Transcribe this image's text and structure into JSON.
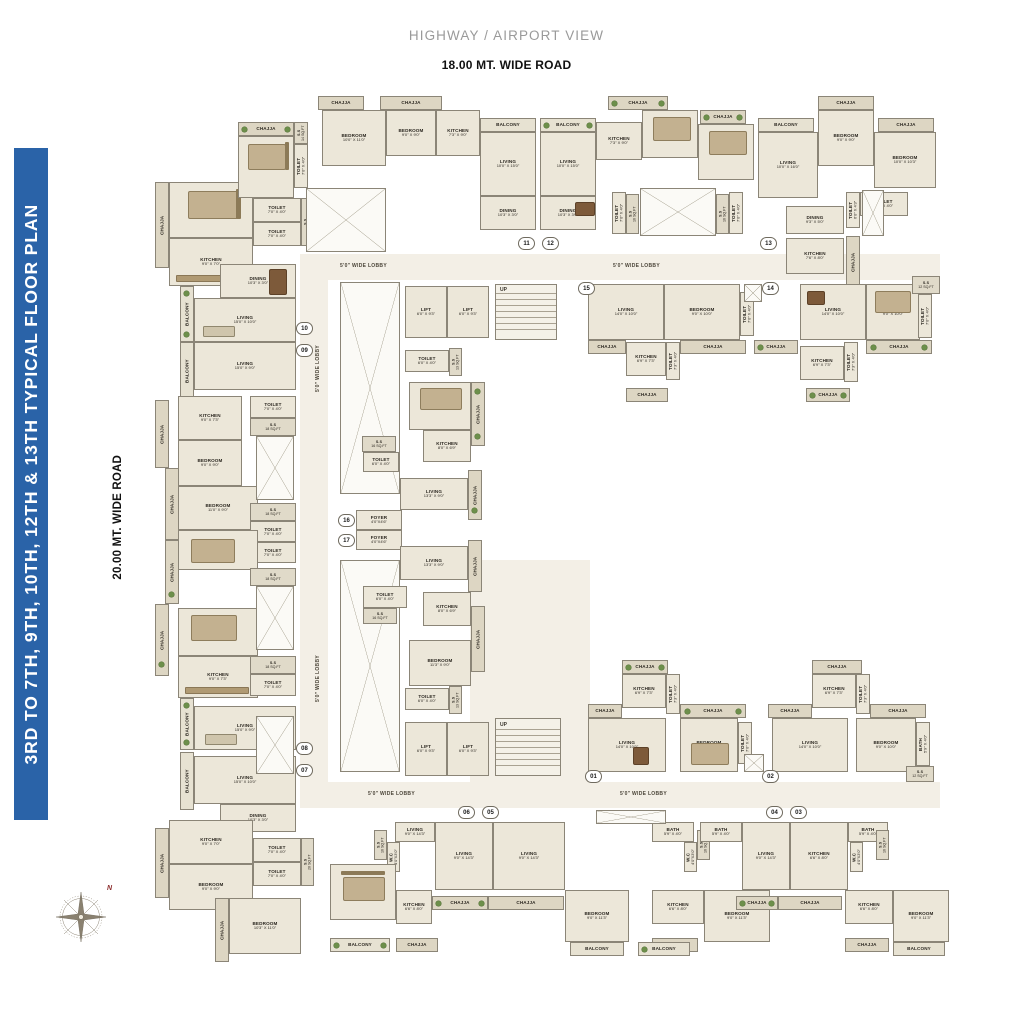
{
  "header": {
    "view_label": "HIGHWAY / AIRPORT VIEW",
    "top_road": "18.00 MT. WIDE ROAD",
    "left_road": "20.00 MT. WIDE ROAD"
  },
  "banner": {
    "title": "3RD TO 7TH, 9TH, 10TH, 12TH & 13TH TYPICAL FLOOR PLAN"
  },
  "compass": {
    "north_label": "N"
  },
  "lobby": {
    "label_5ft": "5'0\" WIDE LOBBY"
  },
  "labels": {
    "up": "UP",
    "lift": "LIFT",
    "lift_dim": "6'0\" X 9'3\"",
    "chajja": "CHAJJA",
    "balcony": "BALCONY",
    "foyer": "FOYER",
    "foyer_dim": "4'0\"X4'6\"",
    "wc": "W.C",
    "wc_dim": "4'0\"X3'0\"",
    "ss": "S.S"
  },
  "units": [
    {
      "id": "01"
    },
    {
      "id": "02"
    },
    {
      "id": "03"
    },
    {
      "id": "04"
    },
    {
      "id": "05"
    },
    {
      "id": "06"
    },
    {
      "id": "07"
    },
    {
      "id": "08"
    },
    {
      "id": "09"
    },
    {
      "id": "10"
    },
    {
      "id": "11"
    },
    {
      "id": "12"
    },
    {
      "id": "13"
    },
    {
      "id": "14"
    },
    {
      "id": "15"
    },
    {
      "id": "16"
    },
    {
      "id": "17"
    }
  ],
  "rooms": [
    {
      "k": "r01",
      "name": "BEDROOM",
      "dim": "9'0\" X 9'0\""
    },
    {
      "k": "r02",
      "name": "KITCHEN",
      "dim": "9'0\" X 7'0\""
    },
    {
      "k": "r03",
      "name": "BEDROOM",
      "dim": "10'3\" X 12'0\""
    },
    {
      "k": "r04",
      "name": "TOILET",
      "dim": "7'0\" X 4'0\""
    },
    {
      "k": "r05",
      "name": "TOILET",
      "dim": "7'0\" X 4'0\""
    },
    {
      "k": "r06",
      "name": "DINING",
      "dim": "10'3\" X 3'0\""
    },
    {
      "k": "r07",
      "name": "LIVING",
      "dim": "15'0\" X 10'0\""
    },
    {
      "k": "r08",
      "name": "LIVING",
      "dim": "15'0\" X 9'0\""
    },
    {
      "k": "r09",
      "name": "KITCHEN",
      "dim": "9'0\" X 7'3\""
    },
    {
      "k": "r10",
      "name": "BEDROOM",
      "dim": "9'0\" X 9'0\""
    },
    {
      "k": "r11",
      "name": "BEDROOM",
      "dim": "11'0\" X 9'0\""
    },
    {
      "k": "r12",
      "name": "BEDROOM",
      "dim": "11'0\" X 9'0\""
    },
    {
      "k": "r13",
      "name": "BEDROOM",
      "dim": "9'0\" X 9'0\""
    },
    {
      "k": "r14",
      "name": "KITCHEN",
      "dim": "9'0\" X 7'3\""
    },
    {
      "k": "r15",
      "name": "TOILET",
      "dim": "7'0\" X 4'0\""
    },
    {
      "k": "r16",
      "name": "TOILET",
      "dim": "7'0\" X 4'0\""
    },
    {
      "k": "r17",
      "name": "TOILET",
      "dim": "7'0\" X 4'0\""
    },
    {
      "k": "r18",
      "name": "LIVING",
      "dim": "15'0\" X 9'0\""
    },
    {
      "k": "r19",
      "name": "LIVING",
      "dim": "15'0\" X 10'0\""
    },
    {
      "k": "r20",
      "name": "DINING",
      "dim": "10'3\" X 3'0\""
    },
    {
      "k": "r21",
      "name": "KITCHEN",
      "dim": "9'0\" X 7'0\""
    },
    {
      "k": "r22",
      "name": "BEDROOM",
      "dim": "9'0\" X 9'0\""
    },
    {
      "k": "r23",
      "name": "BEDROOM",
      "dim": "10'3\" X 11'0\""
    },
    {
      "k": "r24",
      "name": "TOILET",
      "dim": "7'0\" X 4'0\""
    },
    {
      "k": "r25",
      "name": "TOILET",
      "dim": "7'0\" X 4'0\""
    },
    {
      "k": "r26",
      "name": "BEDROOM",
      "dim": "10'0\" X 11'0\""
    },
    {
      "k": "r27",
      "name": "BEDROOM",
      "dim": "9'0\" X 9'0\""
    },
    {
      "k": "r28",
      "name": "KITCHEN",
      "dim": "7'3\" X 9'0\""
    },
    {
      "k": "r29",
      "name": "LIVING",
      "dim": "10'0\" X 15'0\""
    },
    {
      "k": "r30",
      "name": "DINING",
      "dim": "10'3\" X 3'0\""
    },
    {
      "k": "r31",
      "name": "LIVING",
      "dim": "10'0\" X 15'0\""
    },
    {
      "k": "r32",
      "name": "DINING",
      "dim": "10'3\" X 3'0\""
    },
    {
      "k": "r33",
      "name": "KITCHEN",
      "dim": "7'3\" X 9'0\""
    },
    {
      "k": "r34",
      "name": "BEDROOM",
      "dim": "9'0\" X 9'0\""
    },
    {
      "k": "r35",
      "name": "BEDROOM",
      "dim": "10'0\" X 11'0\""
    },
    {
      "k": "r36",
      "name": "TOILET",
      "dim": "7'0\" X 4'0\""
    },
    {
      "k": "r37",
      "name": "TOILET",
      "dim": "7'0\" X 4'0\""
    },
    {
      "k": "r38",
      "name": "LIVING",
      "dim": "10'0\" X 16'0\""
    },
    {
      "k": "r39",
      "name": "BEDROOM",
      "dim": "9'0\" X 9'0\""
    },
    {
      "k": "r40",
      "name": "BEDROOM",
      "dim": "10'0\" X 10'3\""
    },
    {
      "k": "r41",
      "name": "DINING",
      "dim": "9'3\" X 5'0\""
    },
    {
      "k": "r42",
      "name": "KITCHEN",
      "dim": "7'6\" X 8'0\""
    },
    {
      "k": "r43",
      "name": "TOILET",
      "dim": "6'0\" X 4'3\""
    },
    {
      "k": "r44",
      "name": "TOILET",
      "dim": "7'0\" X 4'0\""
    },
    {
      "k": "r45",
      "name": "LIVING",
      "dim": "14'0\" X 10'0\""
    },
    {
      "k": "r46",
      "name": "BEDROOM",
      "dim": "9'0\" X 10'0\""
    },
    {
      "k": "r47",
      "name": "KITCHEN",
      "dim": "6'9\" X 7'3\""
    },
    {
      "k": "r48",
      "name": "TOILET",
      "dim": "7'3\" X 4'0\""
    },
    {
      "k": "r49",
      "name": "TOILET",
      "dim": "7'0\" X 4'0\""
    },
    {
      "k": "r50",
      "name": "LIVING",
      "dim": "14'0\" X 10'0\""
    },
    {
      "k": "r51",
      "name": "BEDROOM",
      "dim": "9'0\" X 10'0\""
    },
    {
      "k": "r52",
      "name": "KITCHEN",
      "dim": "6'9\" X 7'3\""
    },
    {
      "k": "r53",
      "name": "TOILET",
      "dim": "7'3\" X 4'0\""
    },
    {
      "k": "r54",
      "name": "TOILET",
      "dim": "7'0\" X 4'0\""
    },
    {
      "k": "r55",
      "name": "LIFT",
      "dim": "6'0\" X 9'3\""
    },
    {
      "k": "r56",
      "name": "LIFT",
      "dim": "6'0\" X 9'3\""
    },
    {
      "k": "r57",
      "name": "LIFT",
      "dim": "6'0\" X 9'3\""
    },
    {
      "k": "r58",
      "name": "LIFT",
      "dim": "6'0\" X 9'3\""
    },
    {
      "k": "r59",
      "name": "TOILET",
      "dim": "6'0\" X 4'0\""
    },
    {
      "k": "r60",
      "name": "BEDROOM",
      "dim": "11'3\" X 9'0\""
    },
    {
      "k": "r61",
      "name": "KITCHEN",
      "dim": "8'0\" X 6'9\""
    },
    {
      "k": "r62",
      "name": "TOILET",
      "dim": "6'0\" X 4'0\""
    },
    {
      "k": "r63",
      "name": "LIVING",
      "dim": "13'3\" X 9'0\""
    },
    {
      "k": "r64",
      "name": "FOYER",
      "dim": "4'0\"X4'6\""
    },
    {
      "k": "r65",
      "name": "FOYER",
      "dim": "4'0\"X4'6\""
    },
    {
      "k": "r66",
      "name": "LIVING",
      "dim": "13'3\" X 9'0\""
    },
    {
      "k": "r67",
      "name": "TOILET",
      "dim": "6'0\" X 4'0\""
    },
    {
      "k": "r68",
      "name": "KITCHEN",
      "dim": "8'0\" X 6'9\""
    },
    {
      "k": "r69",
      "name": "BEDROOM",
      "dim": "11'3\" X 9'0\""
    },
    {
      "k": "r70",
      "name": "TOILET",
      "dim": "6'0\" X 4'0\""
    },
    {
      "k": "r71",
      "name": "LIVING",
      "dim": "14'0\" X 10'0\""
    },
    {
      "k": "r72",
      "name": "BEDROOM",
      "dim": "9'0\" X 10'0\""
    },
    {
      "k": "r73",
      "name": "KITCHEN",
      "dim": "6'9\" X 7'3\""
    },
    {
      "k": "r74",
      "name": "TOILET",
      "dim": "7'3\" X 4'0\""
    },
    {
      "k": "r75",
      "name": "TOILET",
      "dim": "7'0\" X 4'0\""
    },
    {
      "k": "r76",
      "name": "LIVING",
      "dim": "14'0\" X 10'0\""
    },
    {
      "k": "r77",
      "name": "BEDROOM",
      "dim": "9'0\" X 10'0\""
    },
    {
      "k": "r78",
      "name": "KITCHEN",
      "dim": "6'9\" X 7'3\""
    },
    {
      "k": "r79",
      "name": "TOILET",
      "dim": "7'3\" X 4'0\""
    },
    {
      "k": "r80",
      "name": "BATH",
      "dim": "5'9\" X 4'0\""
    },
    {
      "k": "r81",
      "name": "LIVING",
      "dim": "9'0\" X 14'3\""
    },
    {
      "k": "r82",
      "name": "LIVING",
      "dim": "9'0\" X 14'3\""
    },
    {
      "k": "r83",
      "name": "BATH",
      "dim": "5'9\" X 4'0\""
    },
    {
      "k": "r84",
      "name": "KITCHEN",
      "dim": "6'6\" X 8'0\""
    },
    {
      "k": "r85",
      "name": "KITCHEN",
      "dim": "6'6\" X 8'0\""
    },
    {
      "k": "r86",
      "name": "BEDROOM",
      "dim": "9'0\" X 11'3\""
    },
    {
      "k": "r87",
      "name": "BEDROOM",
      "dim": "9'0\" X 11'3\""
    },
    {
      "k": "r88",
      "name": "LIVING",
      "dim": "9'0\" X 14'3\""
    },
    {
      "k": "r89",
      "name": "LIVING",
      "dim": "9'0\" X 14'3\""
    },
    {
      "k": "r90",
      "name": "BATH",
      "dim": "5'9\" X 4'0\""
    },
    {
      "k": "r91",
      "name": "BATH",
      "dim": "5'9\" X 4'0\""
    },
    {
      "k": "r92",
      "name": "KITCHEN",
      "dim": "6'6\" X 8'0\""
    },
    {
      "k": "r93",
      "name": "KITCHEN",
      "dim": "6'6\" X 8'0\""
    },
    {
      "k": "r94",
      "name": "BEDROOM",
      "dim": "9'0\" X 11'3\""
    },
    {
      "k": "r95",
      "name": "BEDROOM",
      "dim": "9'0\" X 11'3\""
    },
    {
      "k": "r96",
      "name": "BEDROOM",
      "dim": "10'3\" X 11'0\""
    },
    {
      "k": "r97",
      "name": "BEDROOM",
      "dim": "9'0\" X 9'0\""
    },
    {
      "k": "r98",
      "name": "KITCHEN",
      "dim": "9'0\" X 7'0\""
    },
    {
      "k": "r99",
      "name": "TOILET",
      "dim": "7'0\" X 4'0\""
    },
    {
      "k": "r100",
      "name": "TOILET",
      "dim": "7'0\" X 4'0\""
    }
  ],
  "shafts": [
    {
      "k": "s01",
      "name": "S.S",
      "dim": "14 SQ.FT"
    },
    {
      "k": "s02",
      "name": "S.S",
      "dim": "20 SQ.FT"
    },
    {
      "k": "s03",
      "name": "S.S",
      "dim": "16 SQ.FT"
    },
    {
      "k": "s04",
      "name": "S.S",
      "dim": "18 SQ.FT"
    },
    {
      "k": "s05",
      "name": "S.S",
      "dim": "18 SQ.FT"
    },
    {
      "k": "s06",
      "name": "S.S",
      "dim": "18 SQ.FT"
    },
    {
      "k": "s07",
      "name": "S.S",
      "dim": "18 SQ.FT"
    },
    {
      "k": "s08",
      "name": "S.S",
      "dim": "16 SQ.FT"
    },
    {
      "k": "s09",
      "name": "S.S",
      "dim": "16 SQ.FT"
    },
    {
      "k": "s10",
      "name": "S.S",
      "dim": "16 SQ.FT"
    },
    {
      "k": "s11",
      "name": "S.S",
      "dim": "13 SQ.FT"
    },
    {
      "k": "s12",
      "name": "S.S",
      "dim": "13 SQ.FT"
    },
    {
      "k": "s13",
      "name": "S.S",
      "dim": "12 SQ.FT"
    },
    {
      "k": "s14",
      "name": "S.S",
      "dim": "12 SQ.FT"
    },
    {
      "k": "s15",
      "name": "S.S",
      "dim": "16 SQ.FT"
    },
    {
      "k": "s16",
      "name": "S.S",
      "dim": "16 SQ.FT"
    },
    {
      "k": "s17",
      "name": "S.S",
      "dim": "16 SQ.FT"
    },
    {
      "k": "s18",
      "name": "S.S",
      "dim": "16 SQ.FT"
    },
    {
      "k": "s19",
      "name": "S.S",
      "dim": "20 SQ.FT"
    }
  ]
}
